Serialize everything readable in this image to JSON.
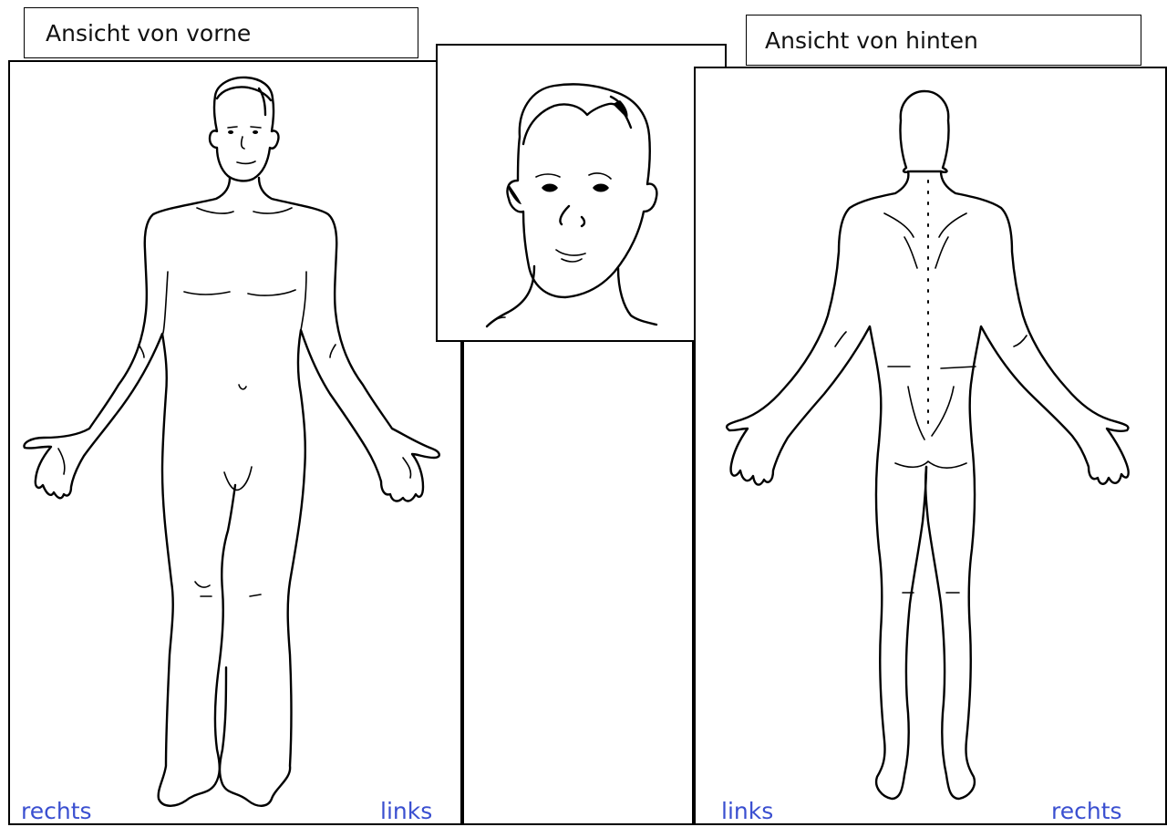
{
  "front_view": {
    "title": "Ansicht von vorne",
    "label_left": "rechts",
    "label_right": "links"
  },
  "back_view": {
    "title": "Ansicht von hinten",
    "label_left": "links",
    "label_right": "rechts"
  },
  "colors": {
    "side_label": "#3a4fd0",
    "ink": "#000000"
  }
}
